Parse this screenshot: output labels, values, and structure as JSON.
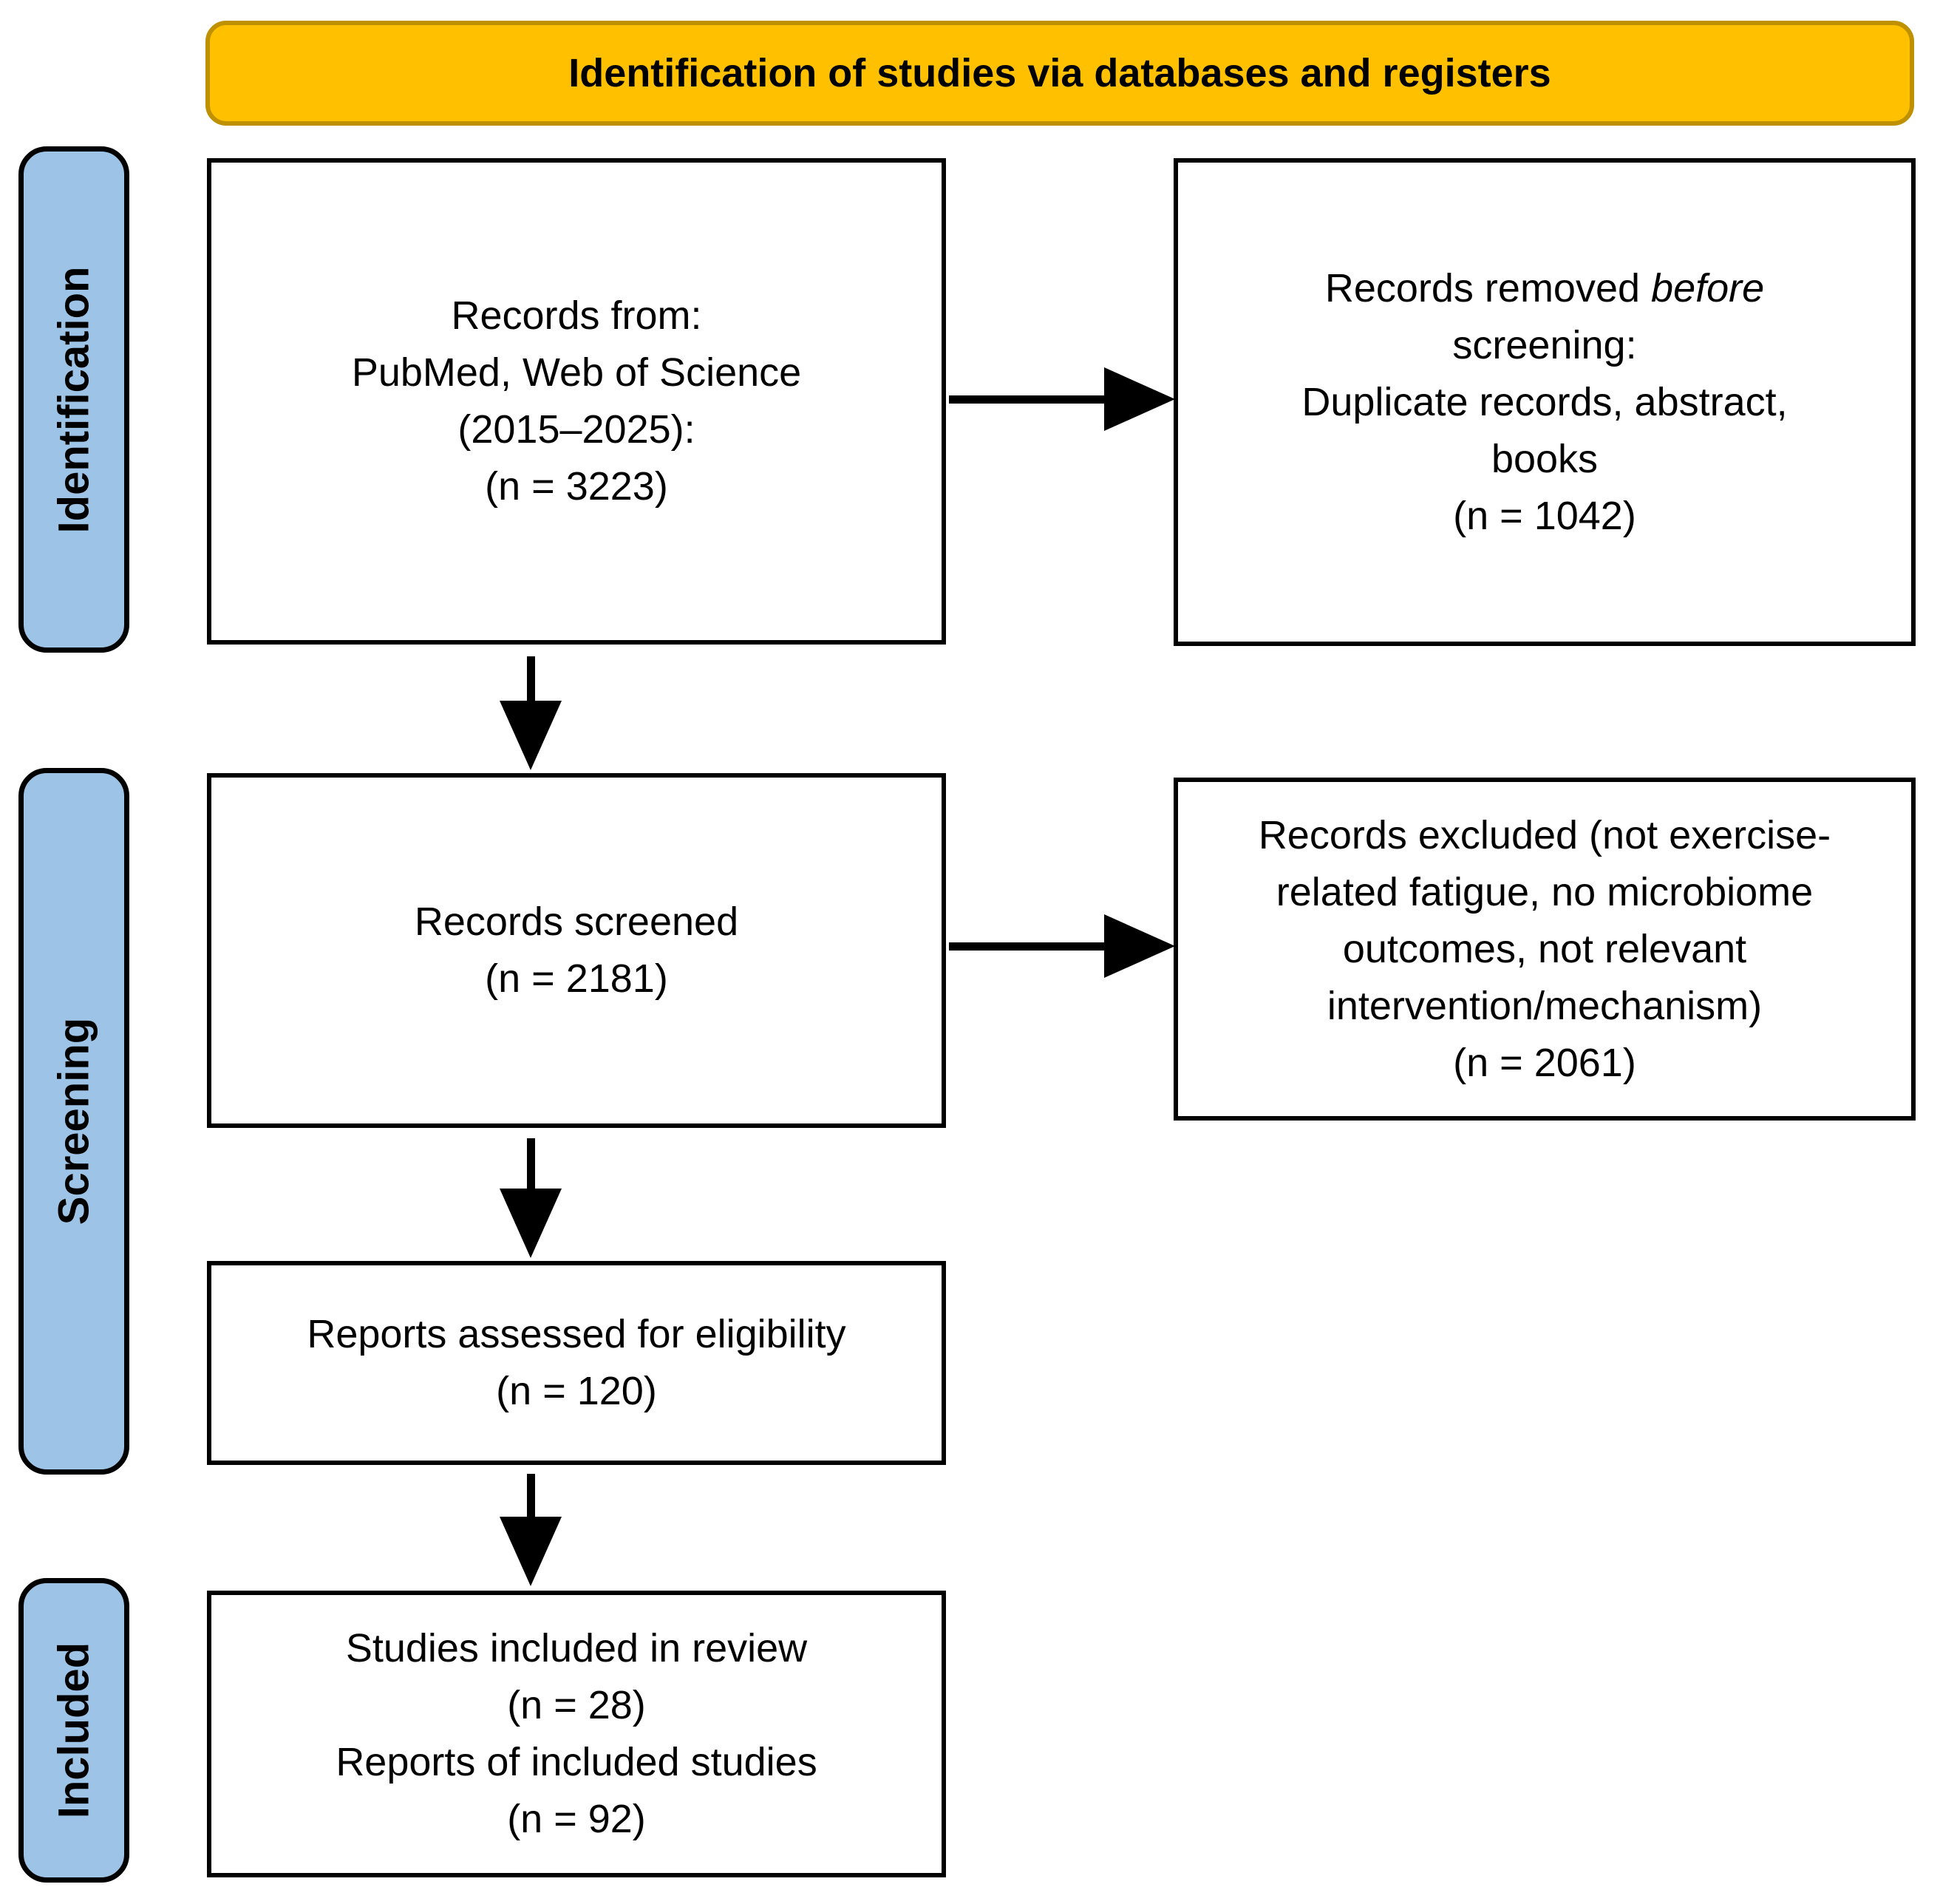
{
  "banner": {
    "title": "Identification of studies via databases and registers"
  },
  "stages": {
    "identification": "Identification",
    "screening": "Screening",
    "included": "Included"
  },
  "boxes": {
    "records_from": {
      "lines": [
        "Records from:",
        "PubMed, Web of Science",
        "(2015–2025):",
        "(n = 3223)"
      ]
    },
    "records_removed": {
      "line1_pre": "Records removed ",
      "line1_italic": "before",
      "line2": "screening:",
      "line3": "Duplicate records, abstract,",
      "line4": "books",
      "line5": "(n = 1042)"
    },
    "records_screened": {
      "lines": [
        "Records screened",
        "(n = 2181)"
      ]
    },
    "records_excluded": {
      "lines": [
        "Records excluded (not exercise-",
        "related fatigue, no microbiome",
        "outcomes, not relevant",
        "intervention/mechanism)",
        "(n = 2061)"
      ]
    },
    "reports_assessed": {
      "lines": [
        "Reports assessed for eligibility",
        "(n = 120)"
      ]
    },
    "studies_included": {
      "lines": [
        "Studies included in review",
        "(n = 28)",
        "Reports of included studies",
        "(n = 92)"
      ]
    }
  },
  "colors": {
    "banner_bg": "#FFC000",
    "banner_border": "#BF9000",
    "stage_bg": "#9DC3E6",
    "box_border": "#000000"
  }
}
